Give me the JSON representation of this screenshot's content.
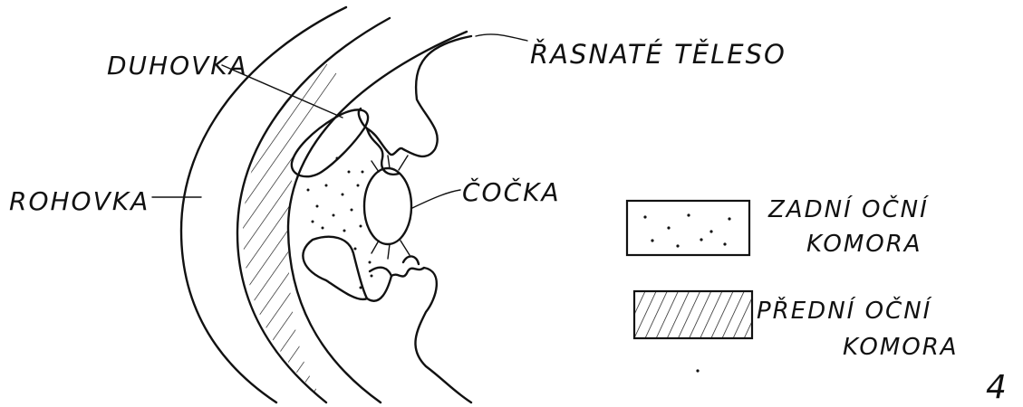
{
  "labels": {
    "duhovka": "DUHOVKA",
    "rasnate_teleso": "ŘASNATÉ TĚLESO",
    "rohovka": "ROHOVKA",
    "cocka": "ČOČKA",
    "page_number": "4"
  },
  "legend": [
    {
      "pattern": "dotted",
      "line1": "ZADNÍ OČNÍ",
      "line2": "KOMORA"
    },
    {
      "pattern": "hatched",
      "line1": "PŘEDNÍ OČNÍ",
      "line2": "KOMORA"
    }
  ],
  "colors": {
    "ink": "#111111",
    "paper": "#ffffff"
  }
}
